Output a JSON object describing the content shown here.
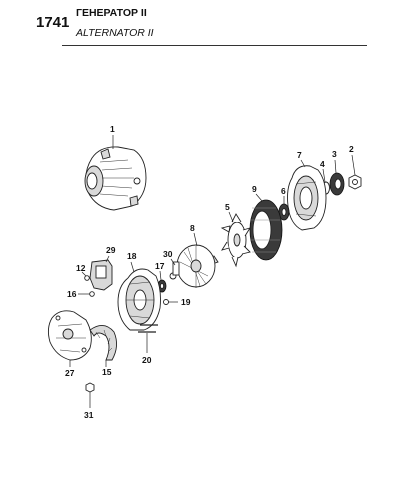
{
  "header": {
    "section_number": "1741",
    "title_ru": "ГЕНЕРАТОР II",
    "title_en": "ALTERNATOR II"
  },
  "callouts": [
    "1",
    "2",
    "3",
    "4",
    "5",
    "6",
    "7",
    "8",
    "9",
    "12",
    "15",
    "16",
    "17",
    "18",
    "19",
    "20",
    "27",
    "29",
    "30",
    "31"
  ]
}
